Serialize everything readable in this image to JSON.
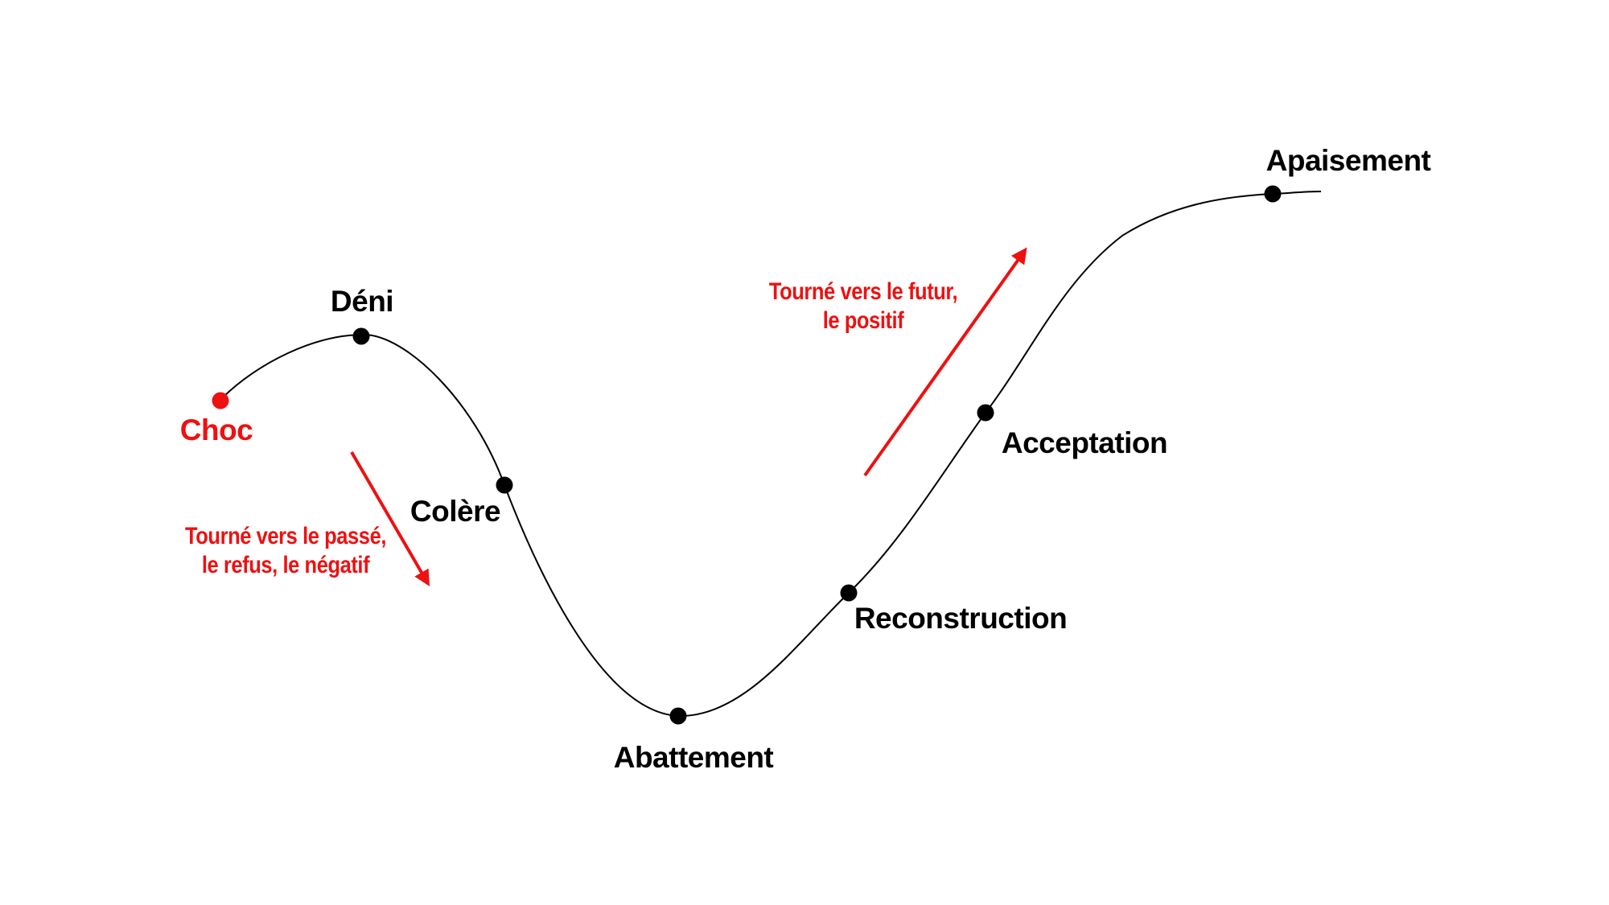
{
  "colors": {
    "background": "#ffffff",
    "curve": "#000000",
    "label": "#000000",
    "red": "#ee1111"
  },
  "stages": [
    {
      "id": "choc",
      "label": "Choc",
      "emphasis": "red"
    },
    {
      "id": "deni",
      "label": "Déni",
      "emphasis": "black"
    },
    {
      "id": "colere",
      "label": "Colère",
      "emphasis": "black"
    },
    {
      "id": "abattement",
      "label": "Abattement",
      "emphasis": "black"
    },
    {
      "id": "reconstruction",
      "label": "Reconstruction",
      "emphasis": "black"
    },
    {
      "id": "acceptation",
      "label": "Acceptation",
      "emphasis": "black"
    },
    {
      "id": "apaisement",
      "label": "Apaisement",
      "emphasis": "black"
    }
  ],
  "annotations": {
    "past": {
      "line1": "Tourné vers le passé,",
      "line2": "le refus, le négatif"
    },
    "future": {
      "line1": "Tourné vers le futur,",
      "line2": "le positif"
    }
  }
}
